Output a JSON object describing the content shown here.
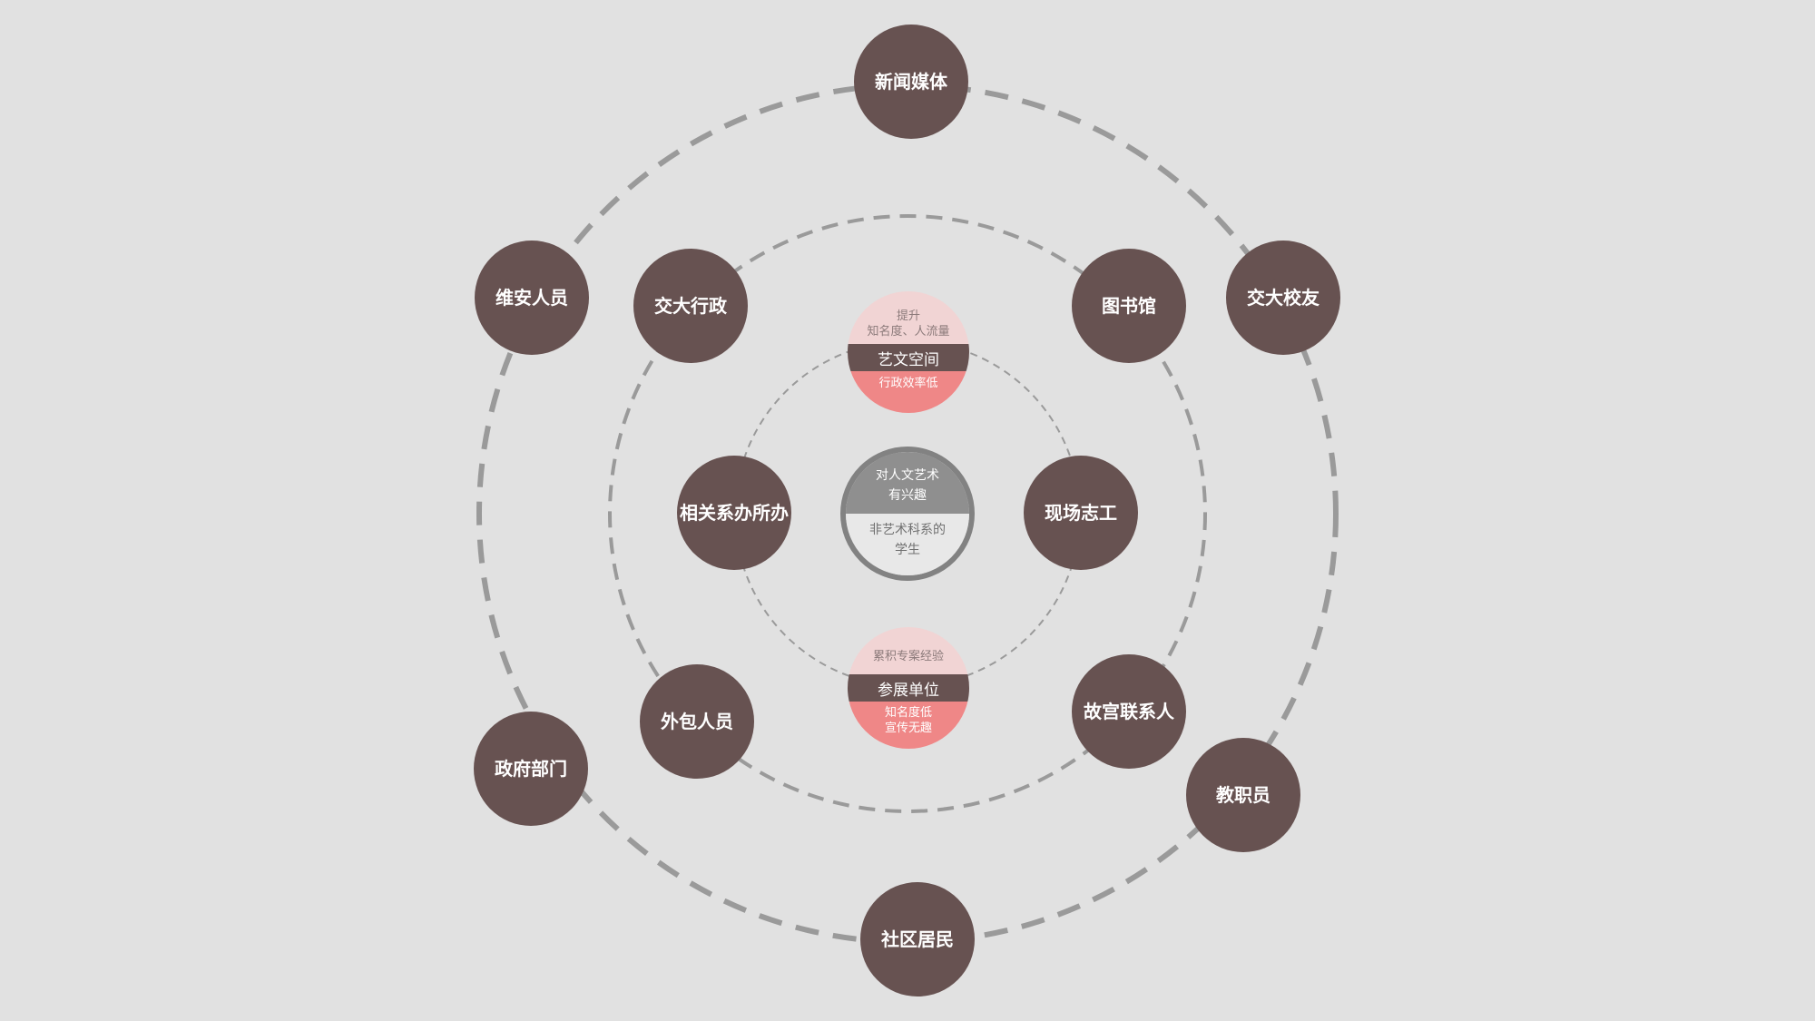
{
  "colors": {
    "background": "#e1e1e1",
    "node_fill": "#675251",
    "ring_stroke": "#9a9a9a",
    "core_border": "#828282",
    "pink_light": "#f1d4d4",
    "pink_strong": "#ef8787"
  },
  "outer_ring": {
    "nodes": {
      "news_media": "新闻媒体",
      "security": "维安人员",
      "alumni": "交大校友",
      "government": "政府部门",
      "staff": "教职员",
      "residents": "社区居民"
    }
  },
  "middle_ring": {
    "nodes": {
      "admin": "交大行政",
      "library": "图书馆",
      "outsourced": "外包人员",
      "palace_contact": "故宫联系人"
    }
  },
  "inner_ring": {
    "nodes": {
      "dept_office": "相关系办所办",
      "volunteers": "现场志工"
    },
    "split_top": {
      "benefit": "提升\n知名度、人流量",
      "name": "艺文空间",
      "issue": "行政效率低"
    },
    "split_bottom": {
      "benefit": "累积专案经验",
      "name": "参展单位",
      "issue": "知名度低\n宣传无趣"
    }
  },
  "core": {
    "top": "对人文艺术\n有兴趣",
    "bottom": "非艺术科系的\n学生"
  }
}
